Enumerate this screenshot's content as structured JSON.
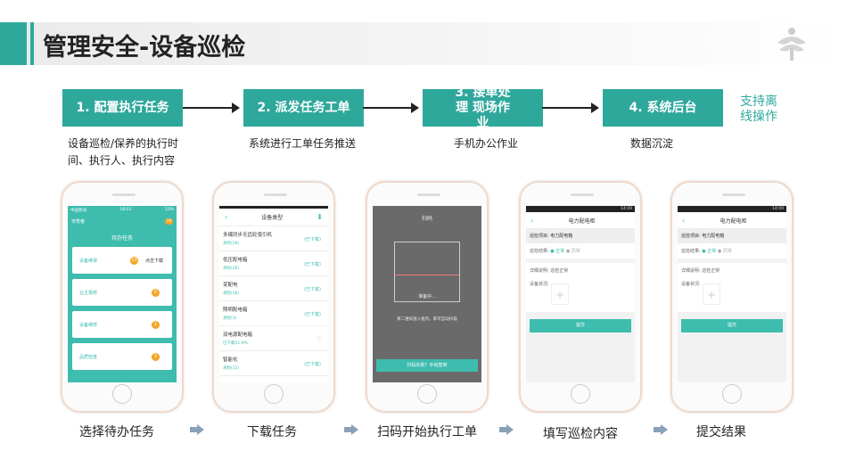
{
  "header": {
    "title": "管理安全-设备巡检"
  },
  "steps": [
    {
      "label": "1. 配置执行任务",
      "desc": "设备巡检/保养的执行时间、执行人、执行内容"
    },
    {
      "label": "2. 派发任务工单",
      "desc": "系统进行工单任务推送"
    },
    {
      "label": "3. 接单处理 现场作业",
      "desc": "手机办公作业"
    },
    {
      "label": "4. 系统后台",
      "desc": "数据沉淀"
    }
  ],
  "offline_note": "支持离线操作",
  "phones": [
    {
      "caption": "选择待办任务",
      "status": {
        "carrier": "中国移动",
        "time": "18:01",
        "battery": "53%"
      },
      "user": "宋秀春",
      "badge": "18",
      "title": "待办任务",
      "cards": [
        {
          "name": "设备维保",
          "count": "13",
          "action": "点击下载"
        },
        {
          "name": "业主报修",
          "count": "0"
        },
        {
          "name": "设备维修",
          "count": "1"
        },
        {
          "name": "品质检查",
          "count": "3"
        }
      ]
    },
    {
      "caption": "下载任务",
      "title": "设备类型",
      "items": [
        {
          "name": "多媒同步无齿轮曳引机",
          "sub": "承检(28)",
          "state": "(已下载)"
        },
        {
          "name": "低压配电箱",
          "sub": "承检(26)",
          "state": "(已下载)"
        },
        {
          "name": "变配电",
          "sub": "承检(36)",
          "state": "(已下载)"
        },
        {
          "name": "照明配电箱",
          "sub": "承检(3)",
          "state": "(已下载)"
        },
        {
          "name": "双电源配电箱",
          "sub": "已下载51.9%",
          "state": ""
        },
        {
          "name": "智能化",
          "sub": "承检(12)",
          "state": "(已下载)"
        }
      ]
    },
    {
      "caption": "扫码开始执行工单",
      "title": "扫码",
      "preparing": "准备中...",
      "hint": "将二维码放入框内，即可自动扫描",
      "button": "扫码失败？手动签到"
    },
    {
      "caption": "填写巡检内容",
      "time": "14:09",
      "title": "电力配电柜",
      "item": "巡检项目: 电力配电箱",
      "result_label": "巡检结果:",
      "ok": "正常",
      "abnormal": "异常",
      "detail": "详细说明: 巡检正常",
      "condition": "设备状况:",
      "submit": "提交"
    },
    {
      "caption": "提交结果",
      "time": "14:09",
      "title": "电力配电柜",
      "item": "巡检项目: 电力配电箱",
      "result_label": "巡检结果:",
      "ok": "正常",
      "abnormal": "异常",
      "detail": "详细说明: 巡检正常",
      "condition": "设备状况:",
      "submit": "提交"
    }
  ],
  "colors": {
    "accent": "#2fa89c"
  }
}
